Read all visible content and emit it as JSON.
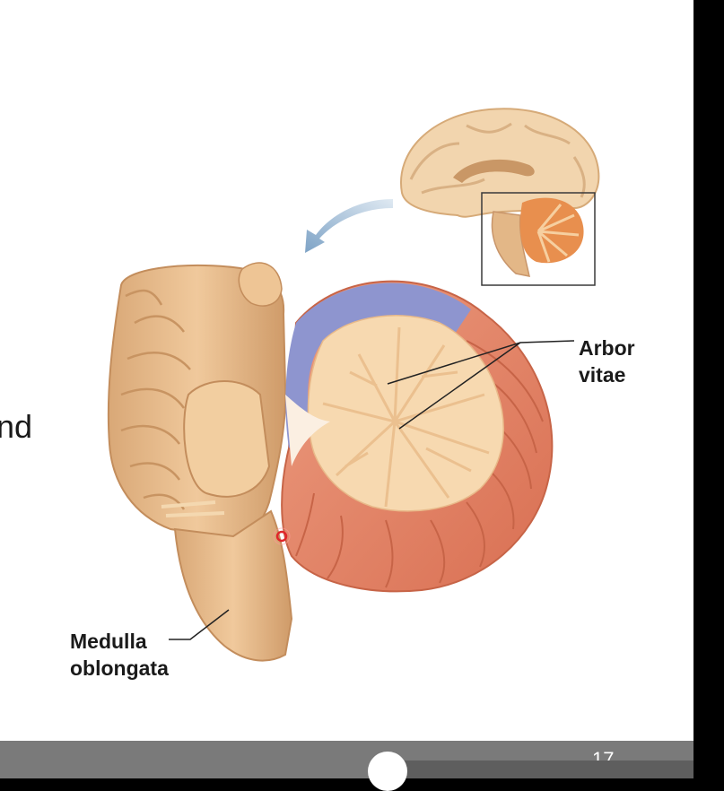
{
  "slide": {
    "text_fragment": "nd",
    "labels": {
      "arbor_vitae": [
        "Arbor",
        "vitae"
      ],
      "medulla_oblongata": [
        "Medulla",
        "oblongata"
      ]
    },
    "page_number": "17"
  },
  "colors": {
    "background": "#ffffff",
    "brainstem": "#e2b98a",
    "cerebellum_outer": "#e58a6c",
    "cerebellum_anterior": "#8e95cf",
    "arbor_vitae": "#f7d9b0",
    "inset_cerebellum": "#e88f4e",
    "arrow": "#8fb0cf",
    "marker": "#e0262a",
    "bottom_bar": "#7a7a7a"
  }
}
